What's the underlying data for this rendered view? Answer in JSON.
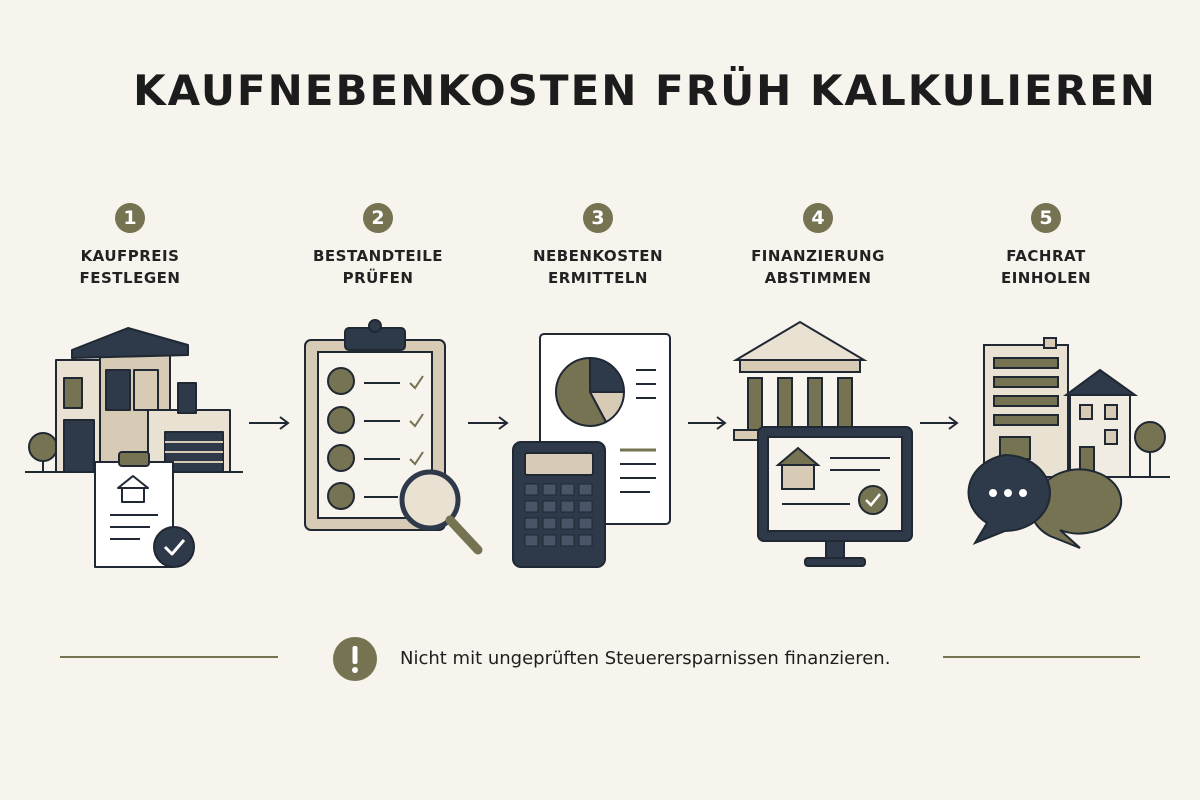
{
  "title": "KAUFNEBENKOSTEN FRÜH KALKULIEREN",
  "steps": [
    {
      "number": "1",
      "label": "KAUFPREIS\nFESTLEGEN",
      "icon": "house-contract-icon"
    },
    {
      "number": "2",
      "label": "BESTANDTEILE\nPRÜFEN",
      "icon": "clipboard-checklist-icon"
    },
    {
      "number": "3",
      "label": "NEBENKOSTEN\nERMITTELN",
      "icon": "calculator-chart-icon"
    },
    {
      "number": "4",
      "label": "FINANZIERUNG\nABSTIMMEN",
      "icon": "bank-monitor-icon"
    },
    {
      "number": "5",
      "label": "FACHRAT\nEINHOLEN",
      "icon": "advice-chat-icon"
    }
  ],
  "warning": {
    "icon": "exclamation-icon",
    "text": "Nicht mit ungeprüften Steuerersparnissen finanzieren."
  },
  "colors": {
    "background": "#f7f4ee",
    "olive": "#757352",
    "navy": "#2e3a4a",
    "beige": "#d7cbb6",
    "cream": "#e9e1d2"
  }
}
